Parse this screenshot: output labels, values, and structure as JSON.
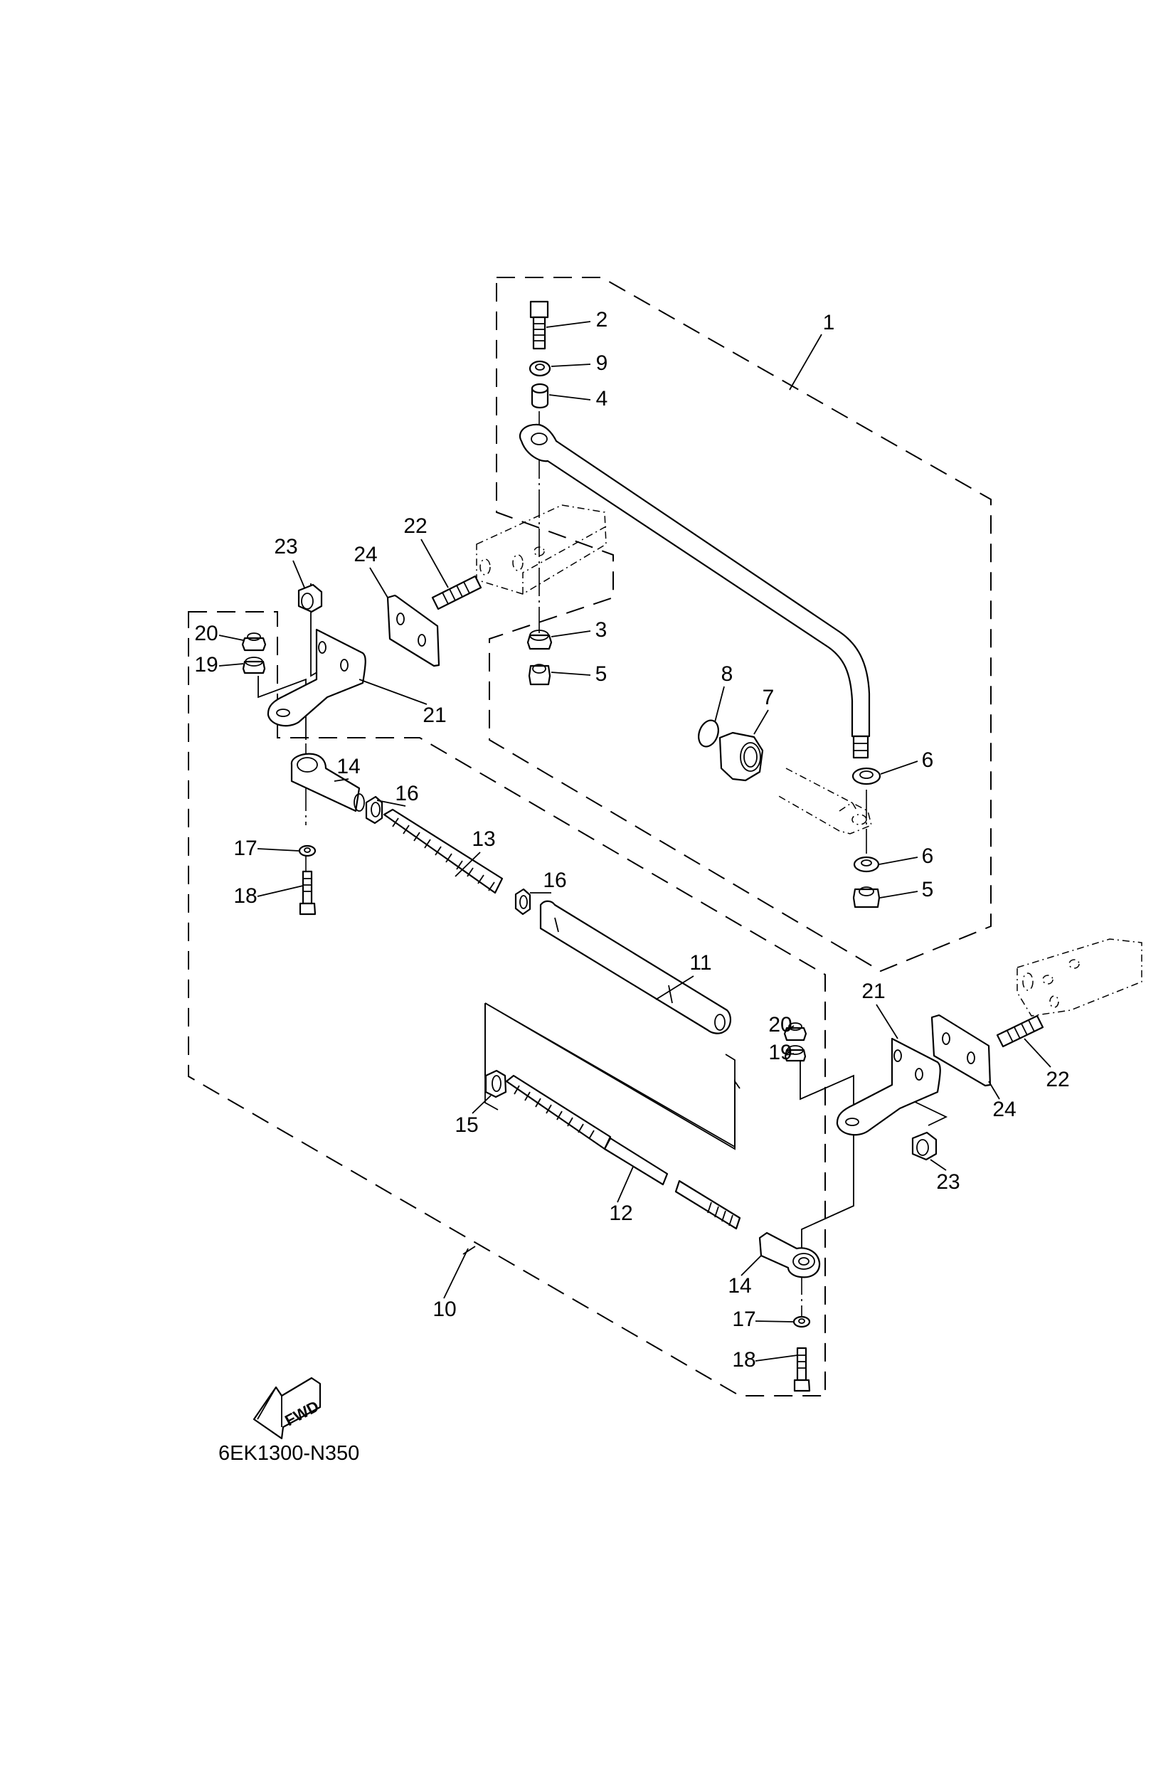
{
  "diagram": {
    "title_code": "6EK1300-N350",
    "fwd_label": "FWD",
    "callouts": [
      {
        "id": "c1",
        "number": "1"
      },
      {
        "id": "c2",
        "number": "2"
      },
      {
        "id": "c9",
        "number": "9"
      },
      {
        "id": "c4",
        "number": "4"
      },
      {
        "id": "c22a",
        "number": "22"
      },
      {
        "id": "c23a",
        "number": "23"
      },
      {
        "id": "c24a",
        "number": "24"
      },
      {
        "id": "c20a",
        "number": "20"
      },
      {
        "id": "c19a",
        "number": "19"
      },
      {
        "id": "c3",
        "number": "3"
      },
      {
        "id": "c5a",
        "number": "5"
      },
      {
        "id": "c21a",
        "number": "21"
      },
      {
        "id": "c8",
        "number": "8"
      },
      {
        "id": "c7",
        "number": "7"
      },
      {
        "id": "c6a",
        "number": "6"
      },
      {
        "id": "c14a",
        "number": "14"
      },
      {
        "id": "c16a",
        "number": "16"
      },
      {
        "id": "c17a",
        "number": "17"
      },
      {
        "id": "c13",
        "number": "13"
      },
      {
        "id": "c18a",
        "number": "18"
      },
      {
        "id": "c6b",
        "number": "6"
      },
      {
        "id": "c5b",
        "number": "5"
      },
      {
        "id": "c16b",
        "number": "16"
      },
      {
        "id": "c11",
        "number": "11"
      },
      {
        "id": "c20b",
        "number": "20"
      },
      {
        "id": "c19b",
        "number": "19"
      },
      {
        "id": "c21b",
        "number": "21"
      },
      {
        "id": "c22b",
        "number": "22"
      },
      {
        "id": "c24b",
        "number": "24"
      },
      {
        "id": "c15",
        "number": "15"
      },
      {
        "id": "c23b",
        "number": "23"
      },
      {
        "id": "c12",
        "number": "12"
      },
      {
        "id": "c14b",
        "number": "14"
      },
      {
        "id": "c10",
        "number": "10"
      },
      {
        "id": "c17b",
        "number": "17"
      },
      {
        "id": "c18b",
        "number": "18"
      }
    ]
  }
}
